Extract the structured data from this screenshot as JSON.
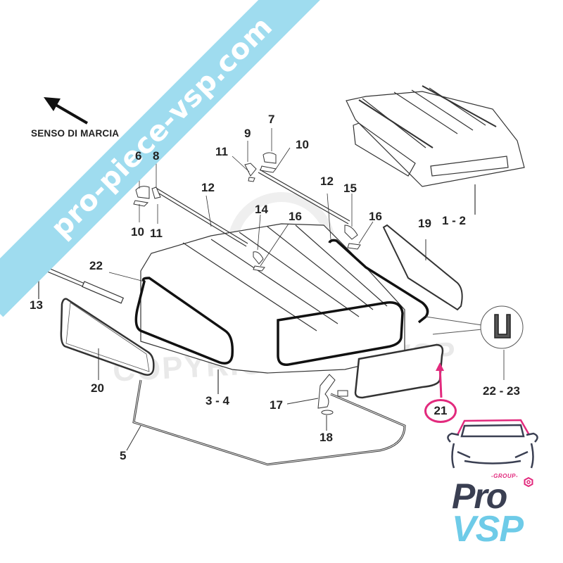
{
  "direction_label": "SENSO DI MARCIA",
  "watermark_banner": "pro-piece-vsp.com",
  "watermark_copyright": "COPYRIGHT PROVSP",
  "highlight_color": "#e22a7d",
  "banner_color": "#9fdcef",
  "highlighted_part": "21",
  "part_labels": {
    "p1_2": "1 - 2",
    "p3_4": "3 - 4",
    "p5": "5",
    "p6": "6",
    "p7": "7",
    "p8": "8",
    "p9": "9",
    "p10a": "10",
    "p10b": "10",
    "p11a": "11",
    "p11b": "11",
    "p12a": "12",
    "p12b": "12",
    "p13": "13",
    "p14": "14",
    "p15": "15",
    "p16a": "16",
    "p16b": "16",
    "p17": "17",
    "p18": "18",
    "p19": "19",
    "p20": "20",
    "p21": "21",
    "p22": "22",
    "p22_23": "22 - 23"
  },
  "logo": {
    "group": "-GROUP-",
    "line1": "Pro",
    "line2": "VSP",
    "color_dark": "#3a3f52",
    "color_light": "#6ecbe8"
  }
}
